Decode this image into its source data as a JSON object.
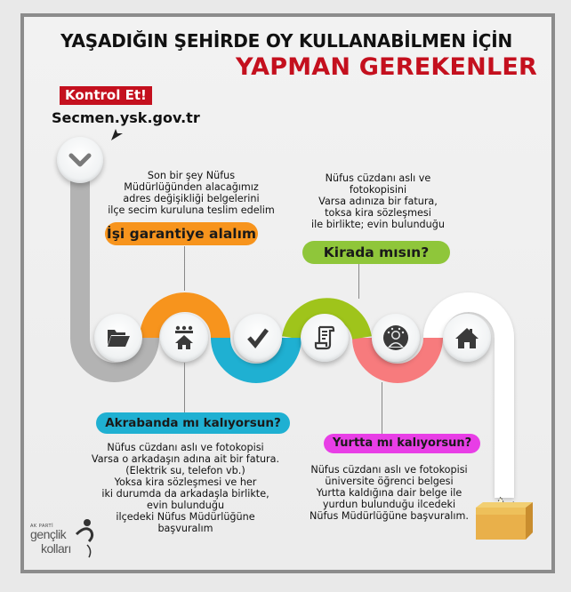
{
  "header": {
    "title_line1": "YAŞADIĞIN ŞEHİRDE OY KULLANABİLMEN İÇİN",
    "title_line2": "YAPMAN GEREKENLER",
    "check_label": "Kontrol Et!",
    "url": "Secmen.ysk.gov.tr"
  },
  "colors": {
    "red": "#c4101e",
    "gray_path": "#b3b3b3",
    "orange": "#f7941d",
    "blue": "#1fb0d2",
    "green": "#9fc41b",
    "pink": "#f77b7d",
    "magenta": "#e83ee6",
    "white_path": "#ffffff"
  },
  "steps": [
    {
      "icon": "folder-icon"
    },
    {
      "icon": "people-house-icon"
    },
    {
      "icon": "checkmark-icon"
    },
    {
      "icon": "document-scroll-icon"
    },
    {
      "icon": "person-network-icon"
    },
    {
      "icon": "home-icon"
    }
  ],
  "start_icon": "chevron-down-icon",
  "end_icon": "ballot-box-icon",
  "sections": {
    "guarantee": {
      "label": "İşi garantiye alalım",
      "lines": [
        "Son bir şey Nüfus",
        "Müdürlüğünden alacağımız",
        "adres değişikliği belgelerini",
        "ilçe secim kuruluna teslim edelim"
      ]
    },
    "rent": {
      "label": "Kirada mısın?",
      "lines": [
        "Nüfus cüzdanı aslı ve",
        "fotokopisini",
        "Varsa adınıza bir fatura,",
        "toksa kira sözleşmesi",
        "ile birlikte; evin bulunduğu"
      ]
    },
    "relative": {
      "label": "Akrabanda mı kalıyorsun?",
      "lines": [
        "Nüfus cüzdanı aslı ve fotokopisi",
        "Varsa o arkadaşın adına ait bir fatura.",
        "(Elektrik su, telefon vb.)",
        "Yoksa kira sözleşmesi ve her",
        "iki durumda da arkadaşla birlikte,",
        "evin bulunduğu",
        "ilçedeki  Nüfus Müdürlüğüne",
        "başvuralım"
      ]
    },
    "dorm": {
      "label": "Yurtta mı kalıyorsun?",
      "lines": [
        "Nüfus cüzdanı aslı ve fotokopisi",
        "üniversite öğrenci belgesi",
        "Yurtta kaldığına dair belge ile",
        "yurdun bulunduğu ilcedeki",
        "Nüfus Müdürlüğüne başvuralım."
      ]
    }
  },
  "logo": {
    "top": "AK PARTİ",
    "line1": "gençlik",
    "line2": "kolları"
  }
}
